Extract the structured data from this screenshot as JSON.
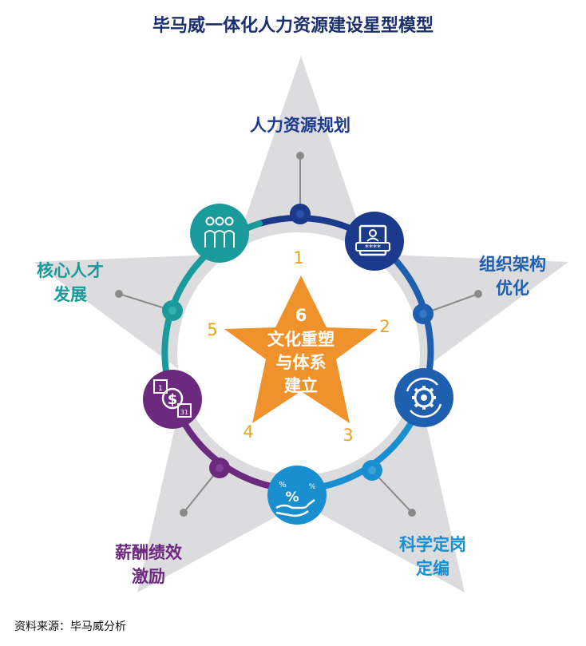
{
  "title": "毕马威一体化人力资源建设星型模型",
  "source": "资料来源：毕马威分析",
  "center": {
    "number": "6",
    "line1": "文化重塑",
    "line2": "与体系",
    "line3": "建立"
  },
  "segments": [
    {
      "number": "1",
      "label_lines": [
        "人力资源规划"
      ],
      "color": "#1b3a8c",
      "icon": "id-card-icon"
    },
    {
      "number": "2",
      "label_lines": [
        "组织架构",
        "优化"
      ],
      "color": "#1f5fb0",
      "icon": "gear-cycle-icon"
    },
    {
      "number": "3",
      "label_lines": [
        "科学定岗",
        "定编"
      ],
      "color": "#1a8fd0",
      "icon": "hand-percent-icon"
    },
    {
      "number": "4",
      "label_lines": [
        "薪酬绩效",
        "激励"
      ],
      "color": "#6b2a7e",
      "icon": "dollar-calendar-icon"
    },
    {
      "number": "5",
      "label_lines": [
        "核心人才",
        "发展"
      ],
      "color": "#1a9a9a",
      "icon": "people-icon"
    }
  ],
  "colors": {
    "star_gray": "#dcdcde",
    "center_star": "#f0922b",
    "number": "#e8a317",
    "connector": "#8a8a8a"
  }
}
